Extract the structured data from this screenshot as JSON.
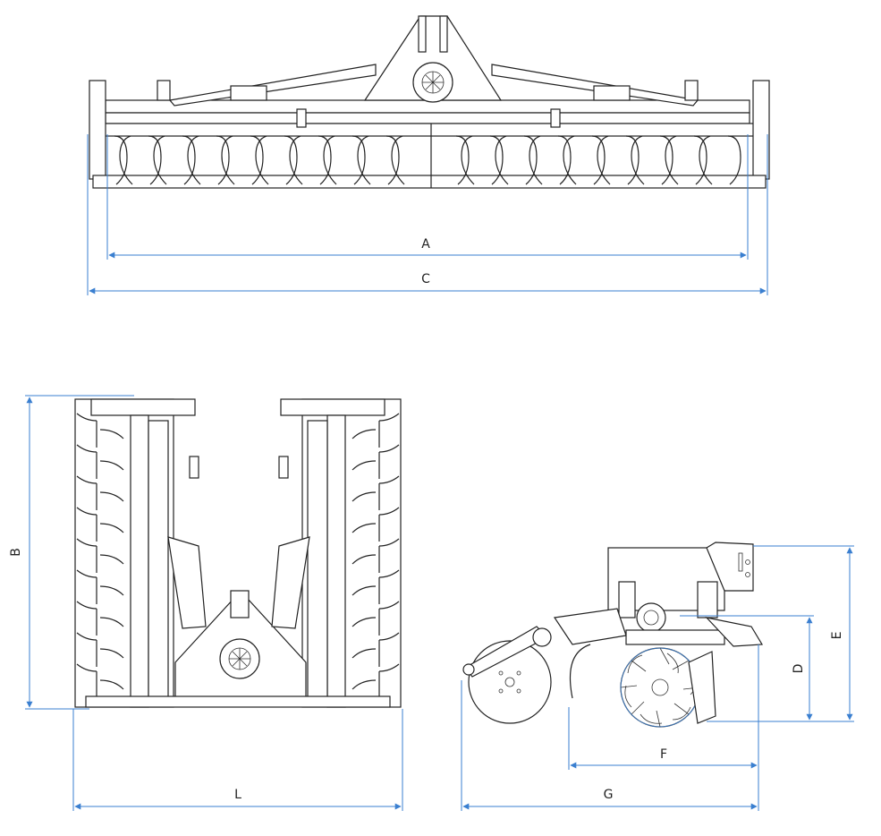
{
  "views": {
    "front": {
      "dimensions": [
        "A",
        "C"
      ]
    },
    "folded": {
      "dimensions": [
        "B",
        "L"
      ]
    },
    "side": {
      "dimensions": [
        "D",
        "E",
        "F",
        "G"
      ]
    }
  },
  "colors": {
    "dimension_line": "#3a7fd0",
    "drawing_line": "#222222"
  }
}
